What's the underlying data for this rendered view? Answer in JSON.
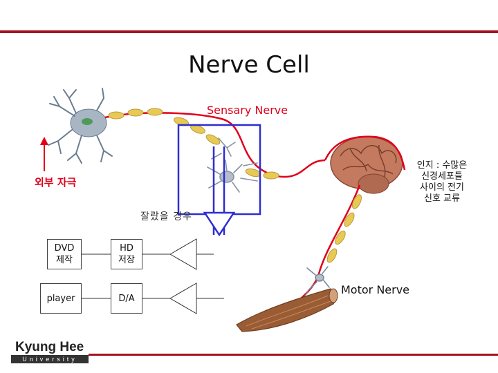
{
  "title": "Nerve Cell",
  "labels": {
    "sensory_nerve": "Sensary Nerve",
    "motor_nerve": "Motor Nerve",
    "external_stimulus": "외부 자극",
    "when_cut": "잘랐을 경우",
    "recognition": [
      "인지 : 수많은",
      "신경세포들",
      "사이의 전기",
      "신호 교류"
    ]
  },
  "boxes": {
    "dvd": [
      "DVD",
      "제작"
    ],
    "hd": [
      "HD",
      "저장"
    ],
    "player": "player",
    "da": "D/A"
  },
  "logo": {
    "name": "Kyung Hee",
    "subtitle": "University"
  },
  "colors": {
    "accent": "#a3121e",
    "signal": "#e0001a",
    "box_outline": "#2d2dd2",
    "axon_segment": "#e8c955"
  },
  "icons": [
    "neuron-cell-icon",
    "brain-icon",
    "muscle-icon",
    "amplifier-triangle-icon",
    "down-arrow-icon",
    "up-arrow-icon"
  ]
}
